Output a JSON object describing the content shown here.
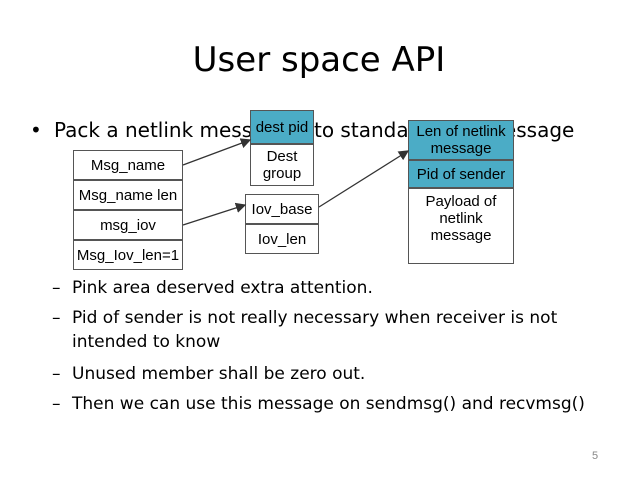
{
  "title": "User space API",
  "main_bullet": {
    "bullet": "•",
    "text": "Pack a netlink message into standard msg message"
  },
  "sub_bullets": [
    {
      "dash": "–",
      "text": "Pink area deserved extra attention."
    },
    {
      "dash": "–",
      "text": "Pid of sender is not really necessary when receiver is not intended to know"
    },
    {
      "dash": "–",
      "text": "Unused member shall be zero out."
    },
    {
      "dash": "–",
      "text": "Then we can use this message on sendmsg() and recvmsg()"
    }
  ],
  "diagram": {
    "msghdr": [
      "Msg_name",
      "Msg_name len",
      "msg_iov",
      "Msg_Iov_len=1"
    ],
    "sockaddr": [
      "dest pid",
      "Dest group"
    ],
    "iovec": [
      "Iov_base",
      "Iov_len"
    ],
    "netlink_msg": [
      "Len of netlink message",
      "Pid of sender",
      "Payload of netlink message"
    ]
  },
  "colors": {
    "teal": "#4bacc6",
    "arrow": "#333333"
  },
  "slide_number": "5"
}
